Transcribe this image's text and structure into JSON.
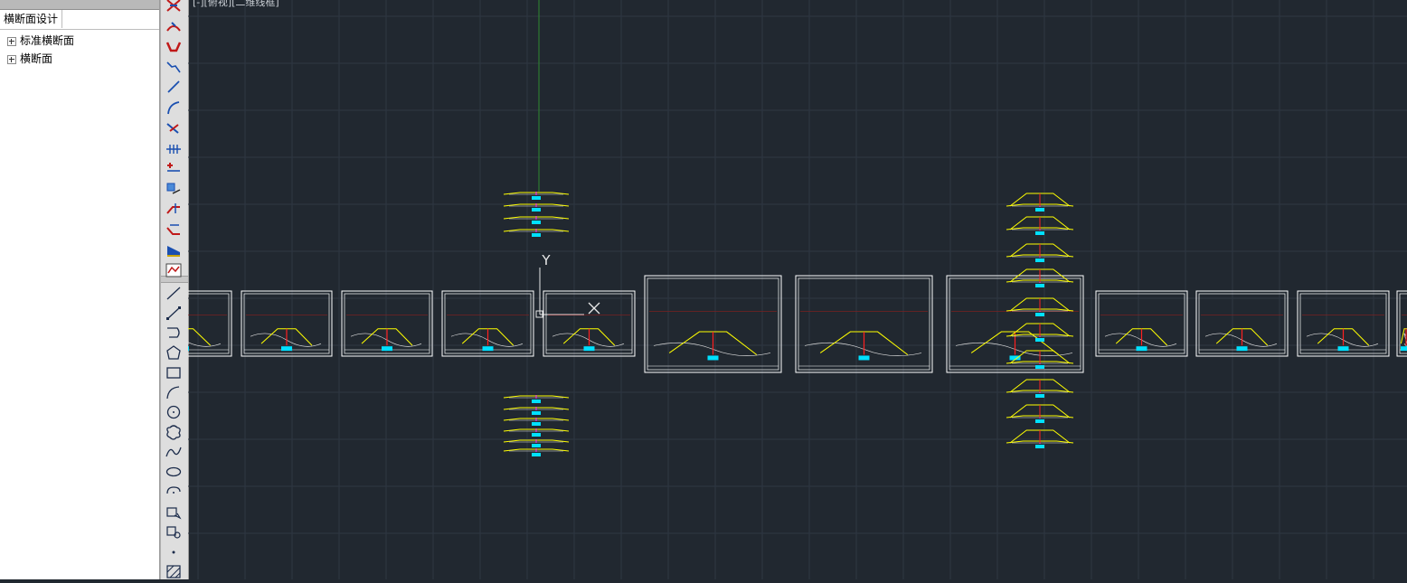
{
  "panel": {
    "tab_label": "横断面设计",
    "tree": [
      {
        "label": "标准横断面"
      },
      {
        "label": "横断面"
      }
    ]
  },
  "viewport": {
    "label": "[-][俯视][二维线框]",
    "ucs_label": "Y"
  },
  "colors": {
    "canvas_bg": "#212830",
    "grid": "#2e3742",
    "section_line": "#ffff00",
    "centerline": "#ff2020",
    "label_fill": "#00e0ff",
    "frame": "#ffffff"
  },
  "toolbar_icons": [
    "cross-section-icon",
    "road-profile-icon",
    "ditch-icon",
    "slope-line-icon",
    "line-icon",
    "arc-icon",
    "edit-section-icon",
    "ticks-icon",
    "add-point-icon",
    "node-edit-icon",
    "cut-section-icon",
    "fill-section-icon",
    "area-fill-icon",
    "section-view-icon",
    "line-draw-icon",
    "polyline-icon",
    "curve-icon",
    "polygon-icon",
    "rectangle-icon",
    "arc-draw-icon",
    "circle-icon",
    "revcloud-icon",
    "spline-icon",
    "ellipse-icon",
    "ellipse-arc-icon",
    "insert-block-icon",
    "make-block-icon",
    "point-icon",
    "hatch-icon"
  ]
}
